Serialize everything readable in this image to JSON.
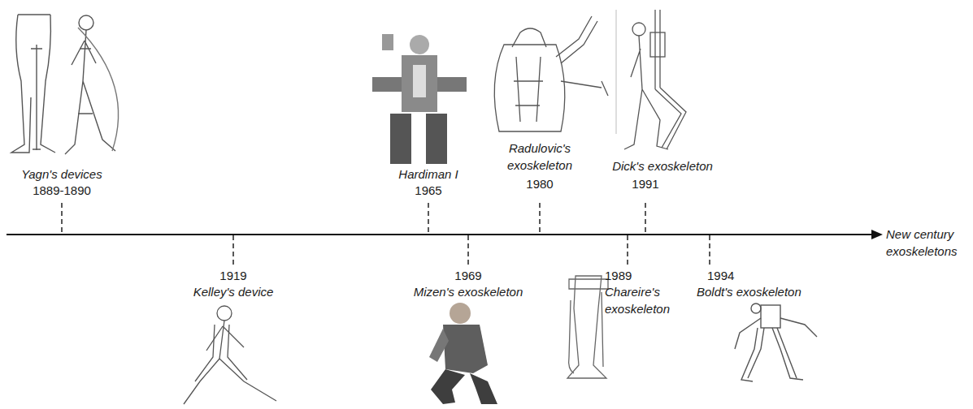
{
  "diagram": {
    "labels": [
      "Yagn's devices",
      "1889-1890",
      "Hardiman I",
      "1965",
      "Radulovic's exoskeleton",
      "1980",
      "Dick's exoskeleton",
      "1991",
      "New century exoskeletons",
      "1919",
      "Kelley's device",
      "1969",
      "Mizen's exoskeleton",
      "1989",
      "Chareire's exoskeleton",
      "1994",
      "Boldt's exoskeleton"
    ]
  }
}
